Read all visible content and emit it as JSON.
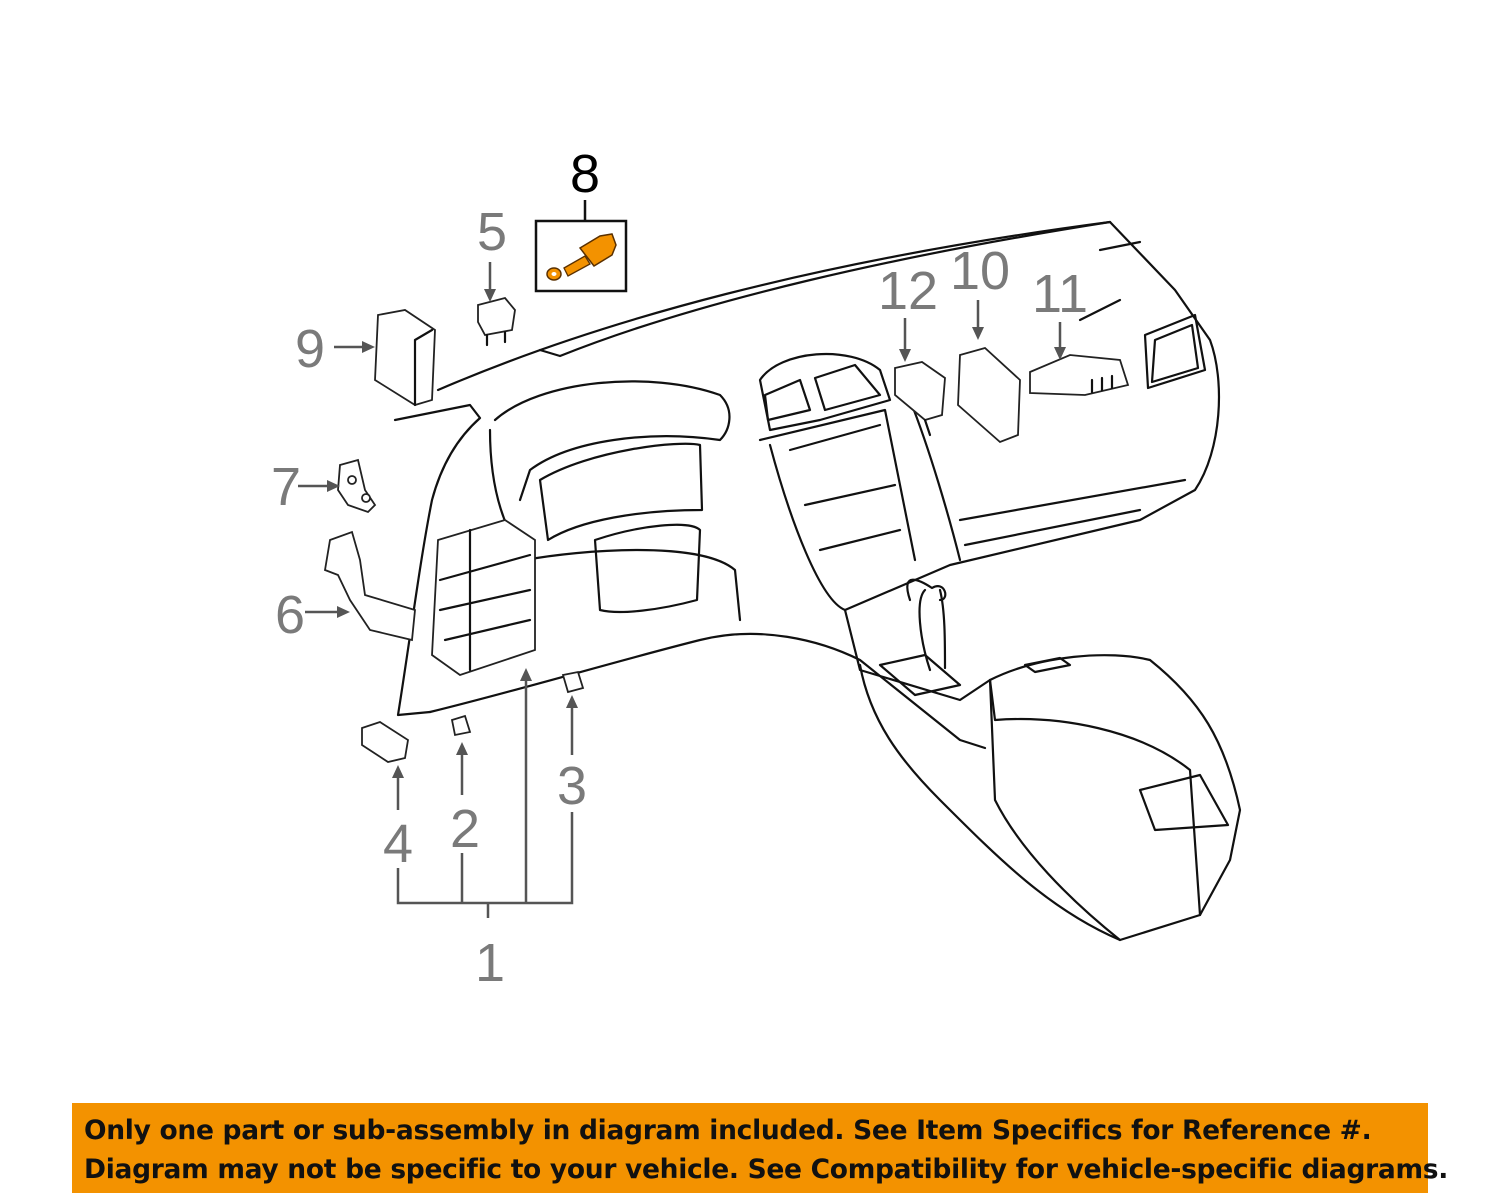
{
  "diagram": {
    "callouts": {
      "c1": "1",
      "c2": "2",
      "c3": "3",
      "c4": "4",
      "c5": "5",
      "c6": "6",
      "c7": "7",
      "c8": "8",
      "c9": "9",
      "c10": "10",
      "c11": "11",
      "c12": "12"
    },
    "highlight_color": "#f39200"
  },
  "banner": {
    "line1": "Only one part or sub-assembly in diagram included. See Item Specifics for Reference #.",
    "line2": "Diagram may not be specific to your vehicle. See Compatibility for vehicle-specific diagrams."
  }
}
